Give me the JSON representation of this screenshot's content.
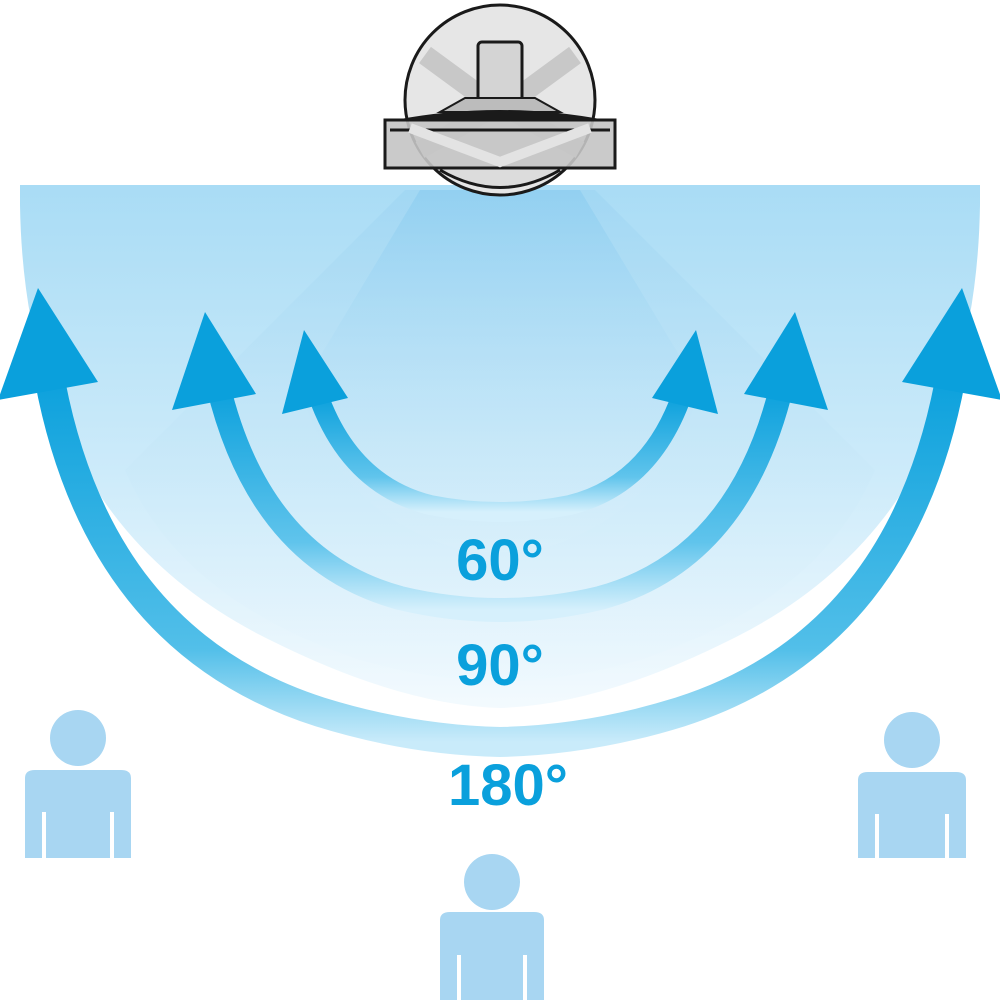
{
  "labels": {
    "narrow": "60°",
    "medium": "90°",
    "wide": "180°"
  },
  "colors": {
    "arrow": "#0aa0dc",
    "field_light": "#d4eefb",
    "field_mid": "#b8e2f7",
    "field_dark": "#9fd5f1",
    "person": "#a8d6f2",
    "device_body": "#bdbdbd",
    "device_outline": "#1a1a1a"
  },
  "icons": {
    "device": "oscillating-fan-icon",
    "person": "person-icon"
  }
}
